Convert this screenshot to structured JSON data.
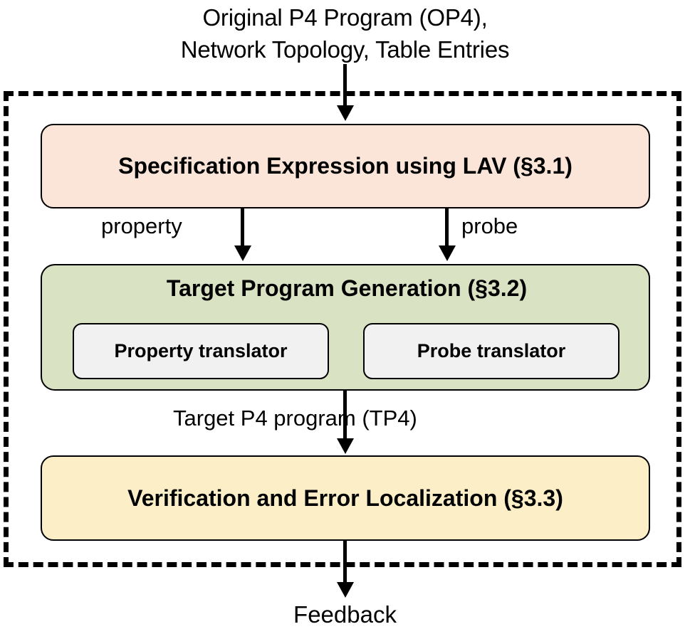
{
  "diagram": {
    "title": "P4 program verification workflow",
    "input_caption": "Original P4 Program (OP4),\nNetwork Topology, Table Entries",
    "output_caption": "Feedback",
    "stages": [
      {
        "id": "specification",
        "label": "Specification Expression using LAV (§3.1)",
        "color": "#FAE5D8"
      },
      {
        "id": "target-generation",
        "label": "Target Program Generation (§3.2)",
        "color": "#D9E3C3",
        "subcomponents": [
          {
            "id": "property-translator",
            "label": "Property translator",
            "color": "#F1F1F1"
          },
          {
            "id": "probe-translator",
            "label": "Probe translator",
            "color": "#F1F1F1"
          }
        ]
      },
      {
        "id": "verification",
        "label": "Verification and Error Localization (§3.3)",
        "color": "#FCEFC8"
      }
    ],
    "edges": [
      {
        "id": "input-to-spec",
        "label": "",
        "from": "input",
        "to": "specification"
      },
      {
        "id": "spec-to-property-translator",
        "label": "property",
        "from": "specification",
        "to": "target-generation"
      },
      {
        "id": "spec-to-probe-translator",
        "label": "probe",
        "from": "specification",
        "to": "target-generation"
      },
      {
        "id": "generation-to-verification",
        "label": "Target P4 program (TP4)",
        "from": "target-generation",
        "to": "verification"
      },
      {
        "id": "verification-to-feedback",
        "label": "",
        "from": "verification",
        "to": "output"
      }
    ],
    "boundary": {
      "style": "dashed",
      "color": "#000000"
    }
  }
}
